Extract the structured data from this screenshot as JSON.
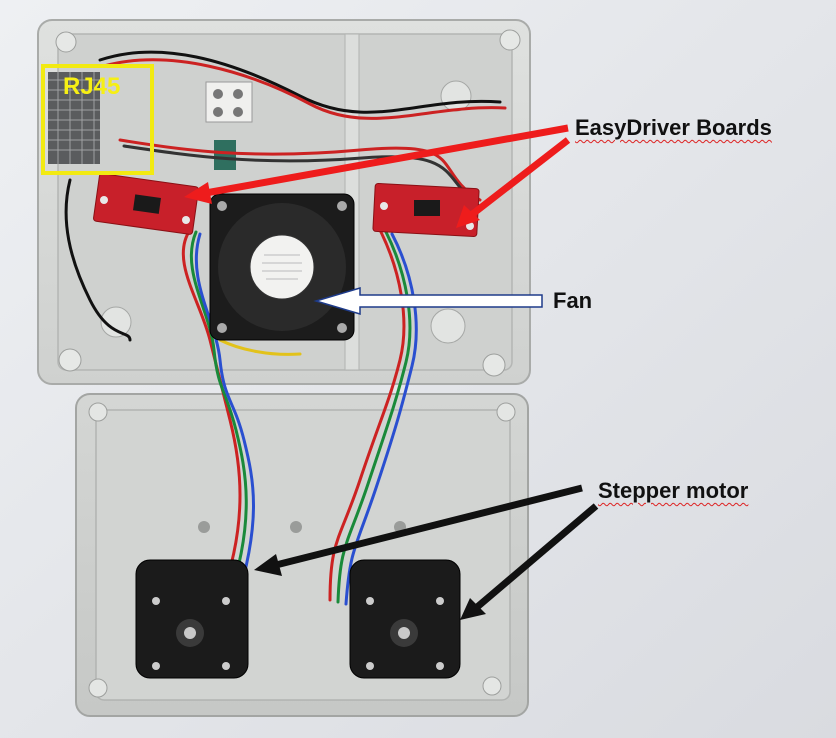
{
  "labels": {
    "rj45": "RJ45",
    "easydriver": "EasyDriver Boards",
    "fan": "Fan",
    "stepper": "Stepper motor"
  },
  "colors": {
    "background": "#e4e6ea",
    "enclosure": "#d6d8d6",
    "enclosure_inner": "#c9cbc8",
    "board_red": "#c8202a",
    "arrow_red": "#ee1c1c",
    "arrow_black": "#111111",
    "highlight_yellow": "#f2ea12",
    "motor_black": "#1b1b1b"
  }
}
